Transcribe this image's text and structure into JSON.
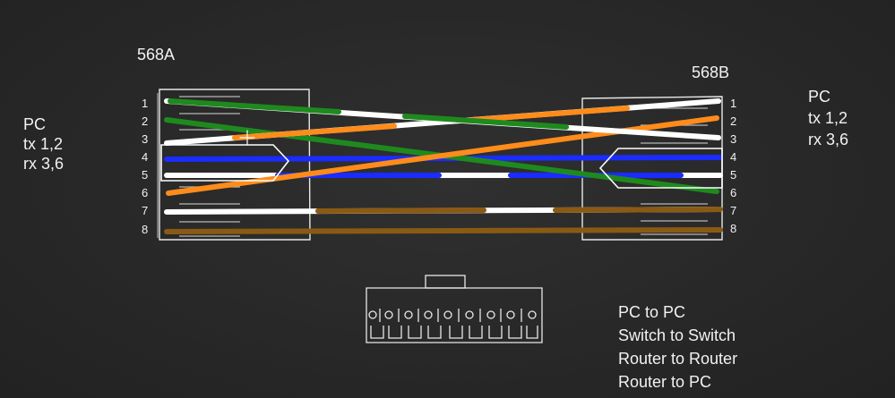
{
  "left_standard": "568A",
  "right_standard": "568B",
  "left_device": {
    "name": "PC",
    "tx": "tx 1,2",
    "rx": "rx 3,6"
  },
  "right_device": {
    "name": "PC",
    "tx": "tx 1,2",
    "rx": "rx 3,6"
  },
  "pins": [
    "1",
    "2",
    "3",
    "4",
    "5",
    "6",
    "7",
    "8"
  ],
  "colors": {
    "green": "#1e8a1e",
    "orange": "#ff8c1a",
    "blue": "#1a2cff",
    "brown": "#8a5a14",
    "white": "#ffffff"
  },
  "use_cases": [
    "PC to PC",
    "Switch to Switch",
    "Router to Router",
    "Router to PC"
  ]
}
